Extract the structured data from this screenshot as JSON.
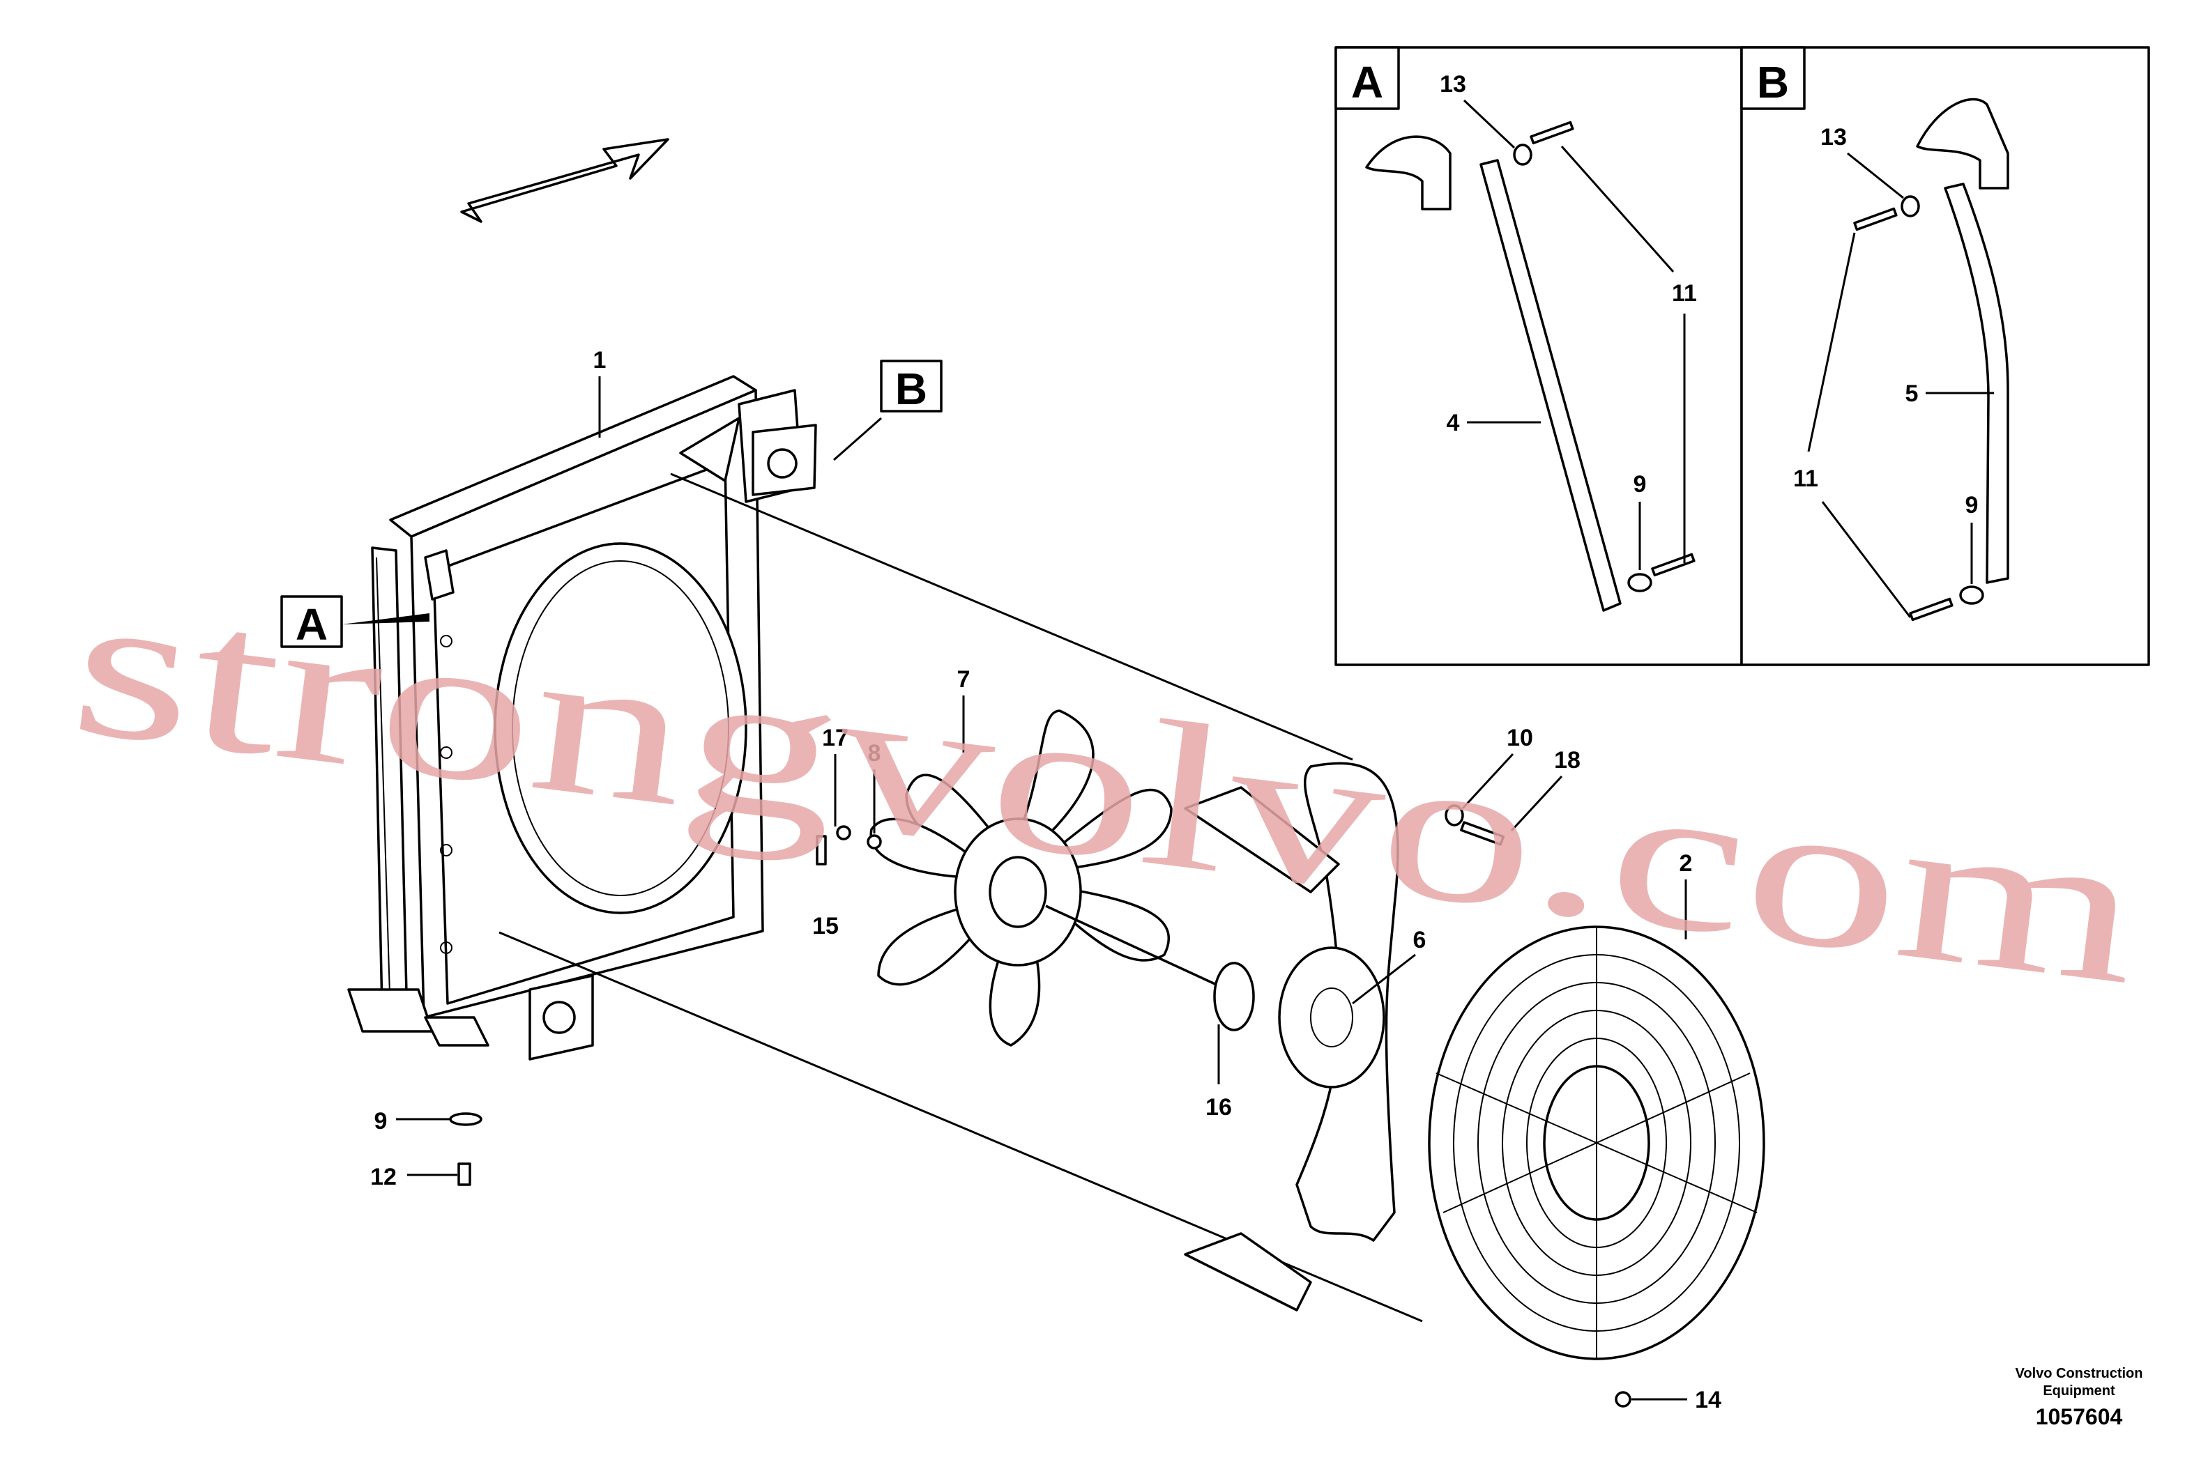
{
  "diagram": {
    "callouts": [
      "1",
      "2",
      "4",
      "5",
      "6",
      "7",
      "8",
      "9",
      "9",
      "9",
      "10",
      "11",
      "11",
      "12",
      "13",
      "13",
      "14",
      "15",
      "16",
      "17",
      "18"
    ],
    "detail_views": [
      {
        "id": "A",
        "callouts": [
          "13",
          "11",
          "4",
          "9"
        ]
      },
      {
        "id": "B",
        "callouts": [
          "13",
          "5",
          "11",
          "9"
        ]
      }
    ],
    "section_markers": [
      "A",
      "B"
    ]
  },
  "labels": {
    "p1": "1",
    "p2": "2",
    "p6": "6",
    "p7": "7",
    "p8": "8",
    "p9": "9",
    "p10": "10",
    "p12": "12",
    "p14": "14",
    "p15": "15",
    "p16": "16",
    "p17": "17",
    "p18": "18",
    "a13": "13",
    "a11": "11",
    "a4": "4",
    "a9": "9",
    "b13": "13",
    "b5": "5",
    "b11": "11",
    "b9": "9",
    "markerA": "A",
    "markerB": "B",
    "boxA": "A",
    "boxB": "B"
  },
  "footer": {
    "company_line1": "Volvo Construction",
    "company_line2": "Equipment",
    "drawing_number": "1057604"
  },
  "watermark": "strongvolvo.com"
}
